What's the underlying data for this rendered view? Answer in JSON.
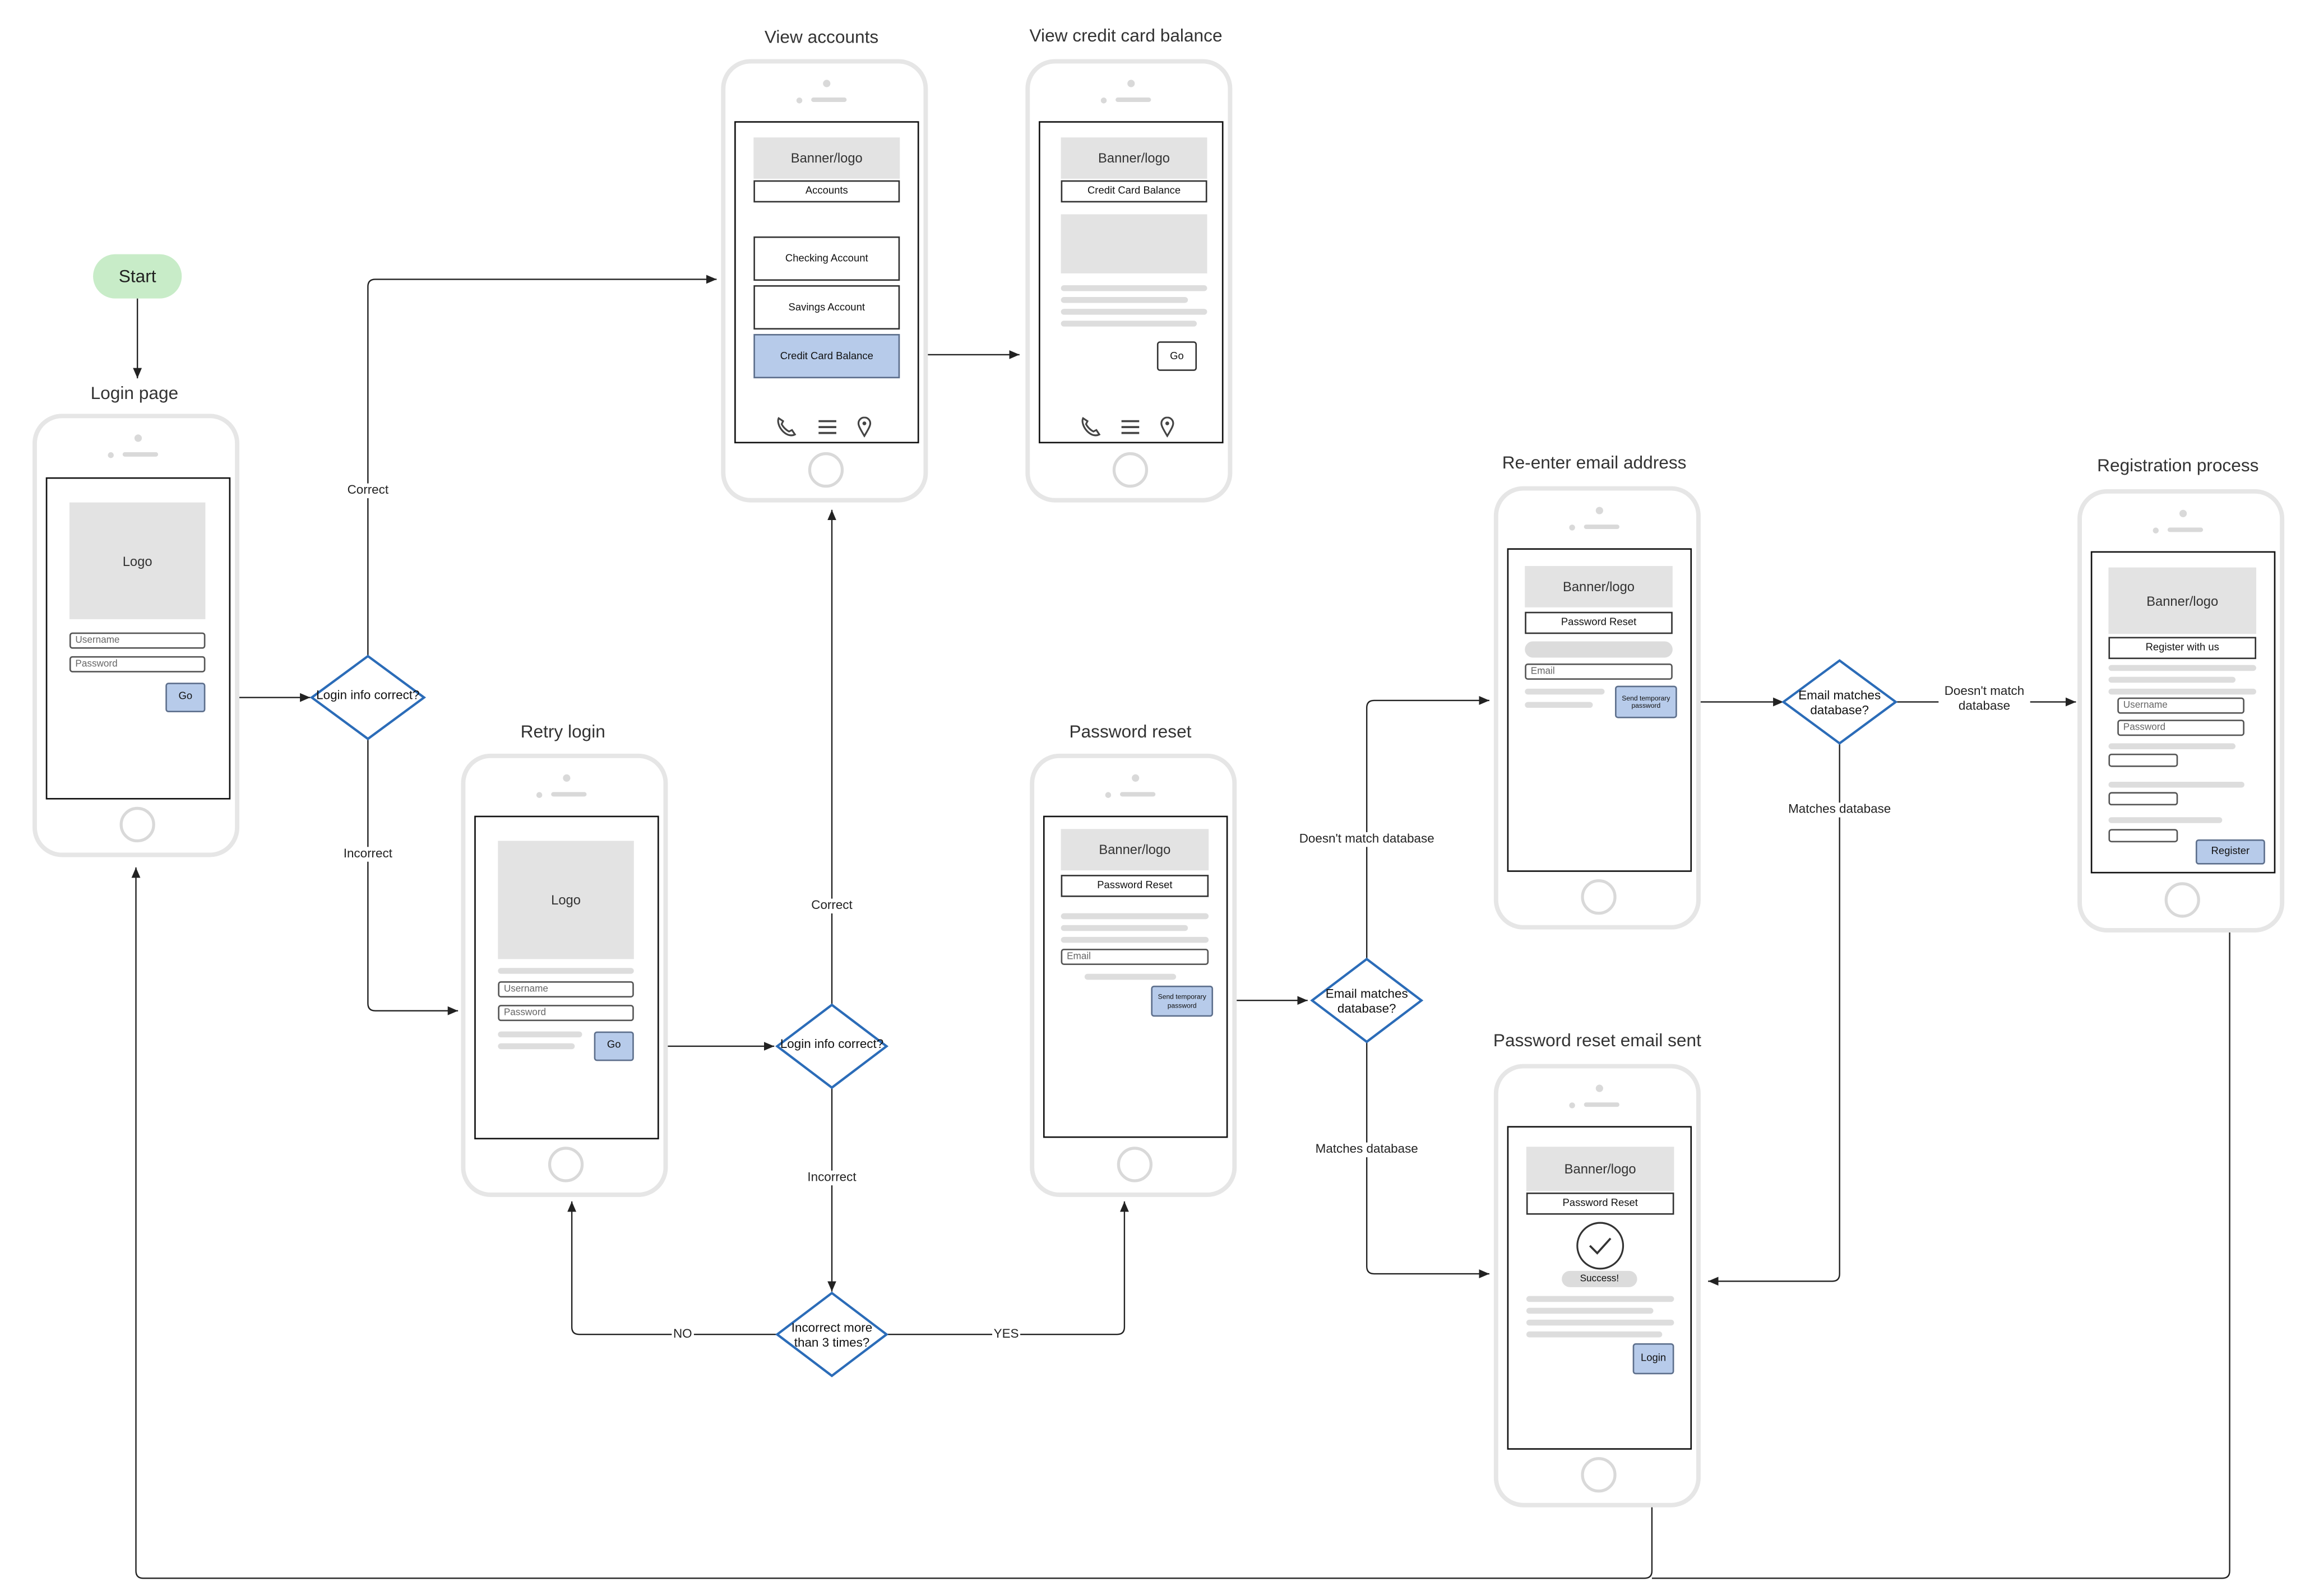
{
  "start_label": "Start",
  "screens": {
    "login": {
      "title": "Login page",
      "logo": "Logo",
      "username_placeholder": "Username",
      "password_placeholder": "Password",
      "go": "Go"
    },
    "retry": {
      "title": "Retry login",
      "logo": "Logo",
      "username_placeholder": "Username",
      "password_placeholder": "Password",
      "go": "Go"
    },
    "accounts": {
      "title": "View accounts",
      "banner": "Banner/logo",
      "header": "Accounts",
      "items": [
        "Checking Account",
        "Savings Account",
        "Credit Card Balance"
      ]
    },
    "credit": {
      "title": "View credit card balance",
      "banner": "Banner/logo",
      "header": "Credit Card Balance",
      "go": "Go"
    },
    "reset": {
      "title": "Password reset",
      "banner": "Banner/logo",
      "header": "Password Reset",
      "email_placeholder": "Email",
      "send": "Send temporary password"
    },
    "reenter": {
      "title": "Re-enter email address",
      "banner": "Banner/logo",
      "header": "Password Reset",
      "email_placeholder": "Email",
      "send": "Send temporary password"
    },
    "sent": {
      "title": "Password reset email sent",
      "banner": "Banner/logo",
      "header": "Password Reset",
      "success": "Success!",
      "login": "Login"
    },
    "register": {
      "title": "Registration process",
      "banner": "Banner/logo",
      "header": "Register with us",
      "username_placeholder": "Username",
      "password_placeholder": "Password",
      "register": "Register"
    }
  },
  "decisions": {
    "login_check_1": "Login info correct?",
    "login_check_2": "Login info correct?",
    "attempts": "Incorrect more than 3 times?",
    "email_check_1": "Email matches database?",
    "email_check_2": "Email matches database?"
  },
  "edge_labels": {
    "correct_1": "Correct",
    "incorrect_1": "Incorrect",
    "correct_2": "Correct",
    "incorrect_2": "Incorrect",
    "no": "NO",
    "yes": "YES",
    "no_match_1": "Doesn't match database",
    "match_1": "Matches database",
    "no_match_2": "Doesn't match database",
    "match_2": "Matches database"
  }
}
